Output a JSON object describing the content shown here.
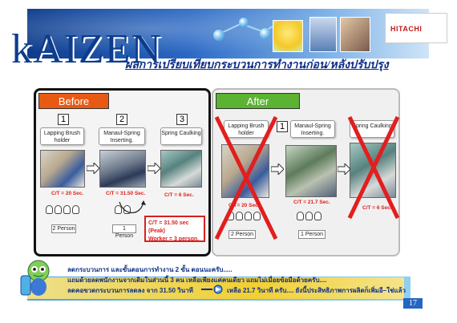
{
  "header": {
    "brand": "kAIZEN",
    "title": "ผลการเปรียบเทียบกระบวนการทำงานก่อน/หลังปรับปรุง",
    "logo_text": "HITACHI"
  },
  "before": {
    "label": "Before",
    "steps": [
      {
        "num": "1",
        "name": "Lapping Brush holder"
      },
      {
        "num": "2",
        "name": "Manaul-Spring Inserting."
      },
      {
        "num": "3",
        "name": "Spring Caulking"
      }
    ],
    "cts": [
      "C/T = 20 Sec.",
      "C/T = 31.50 Sec.",
      "C/T = 6 Sec."
    ],
    "persons": [
      "2 Person",
      "1 Person"
    ],
    "summary_line1": "C/T = 31.50 sec (Peak)",
    "summary_line2": "Worker = 3 person."
  },
  "after": {
    "label": "After",
    "steps": [
      {
        "name": "Lapping Brush holder"
      },
      {
        "num": "1",
        "name": "Manaul-Spring Inserting."
      },
      {
        "name": "Spring Caulking"
      }
    ],
    "cts": [
      "C/T= 20 Sec.",
      "C/T = 21.7 Sec.",
      "C/T = 6 Sec."
    ],
    "persons": [
      "2 Person",
      "1 Person"
    ]
  },
  "notes": [
    "ลดกระบวนการ และขั้นตอนการทำงาน 2 ขั้น ตอนนะครับ.....",
    "แถมด้วยลดพนักงานจากเดิมในส่วนนี้ 3 คน เหลือเพียงแค่คนเดียว แถมไม่เมื่อยข้อมือด้วยครับ....",
    "ลดคอขวดกระบวนการลดลง จาก 31.50 วินาที",
    "เหลือ 21.7 วินาที ครับ.... ยังนี้ประสิทธิภาพการผลิตก็เพิ่มอี–ใช่แล้ว"
  ],
  "page_number": "17",
  "colors": {
    "before_tag": "#e85a14",
    "after_tag": "#5bb233",
    "ct_red": "#e0201a",
    "title_blue": "#0f2f86"
  }
}
